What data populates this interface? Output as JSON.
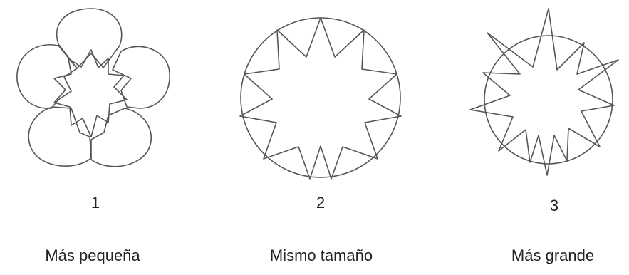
{
  "figures": [
    {
      "number": "1",
      "caption": "Más pequeña"
    },
    {
      "number": "2",
      "caption": "Mismo tamaño"
    },
    {
      "number": "3",
      "caption": "Más grande"
    }
  ]
}
